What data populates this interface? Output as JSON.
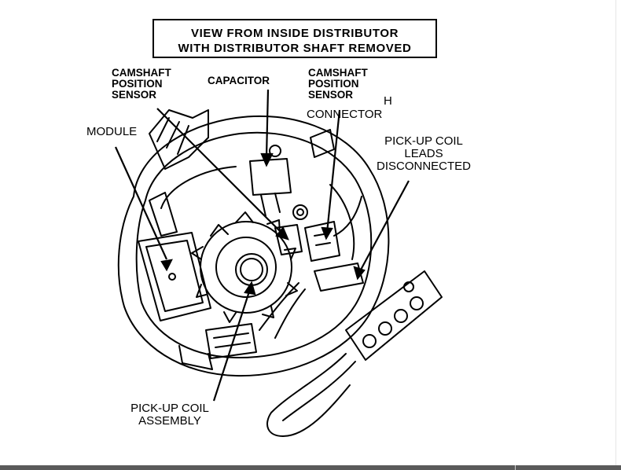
{
  "title": {
    "line1": "VIEW FROM INSIDE DISTRIBUTOR",
    "line2": "WITH DISTRIBUTOR SHAFT REMOVED"
  },
  "labels": {
    "camshaft_sensor": [
      "CAMSHAFT",
      "POSITION",
      "SENSOR"
    ],
    "capacitor": "CAPACITOR",
    "camshaft_sensor_connector": [
      "CAMSHAFT",
      "POSITION",
      "SENSOR"
    ],
    "connector_h": "H",
    "connector_word": "CONNECTOR",
    "module": "MODULE",
    "pickup_leads": [
      "PICK-UP COIL",
      "LEADS",
      "DISCONNECTED"
    ],
    "pickup_assembly": [
      "PICK-UP COIL",
      "ASSEMBLY"
    ]
  },
  "colors": {
    "ink": "#000000",
    "paper": "#ffffff"
  }
}
